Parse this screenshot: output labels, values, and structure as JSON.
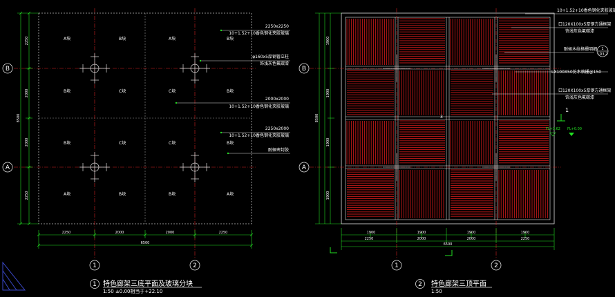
{
  "colors": {
    "background": "#000000",
    "outline_green": "#22e022",
    "axis_red": "#d82020",
    "wood_red": "#c21818",
    "hatch_gray": "#9a9a9a",
    "text_white": "#ffffff",
    "leader_white": "#e0e0e0"
  },
  "axes": {
    "row_B": "B",
    "row_A": "A",
    "col_1": "1",
    "col_2": "2"
  },
  "left_plan": {
    "title_num": "1",
    "title": "特色廊架三底平面及玻璃分块",
    "subtitle": "1:50 ±0.00相当于+22.10",
    "block_labels": [
      "A块",
      "B块",
      "A块",
      "B块",
      "B块",
      "C块",
      "C块",
      "B块",
      "B块",
      "C块",
      "C块",
      "B块",
      "A块",
      "B块",
      "B块",
      "A块"
    ],
    "dims_bottom": [
      "2250",
      "2000",
      "2000",
      "2250"
    ],
    "dim_total": "6500",
    "dims_left": [
      "2250",
      "2000",
      "2000",
      "2250"
    ],
    "dim_left_total": "8500",
    "notes": [
      {
        "size": "2250x2250",
        "spec": "10+1.52+10香色钢化夹胶玻璃"
      },
      {
        "size": "",
        "spec": "φ160x5厚钢管立柱"
      },
      {
        "size": "",
        "spec": "饰浅灰色氟碳漆"
      },
      {
        "size": "2000x2000",
        "spec": "10+1.52+10香色钢化夹胶玻璃"
      },
      {
        "size": "2250x2000",
        "spec": "10+1.52+10香色钢化夹胶玻璃"
      },
      {
        "size": "",
        "spec": "耐候密封胶"
      }
    ]
  },
  "right_plan": {
    "title_num": "2",
    "title": "特色廊架三顶平面",
    "subtitle": "1:50",
    "dims_bottom_1": [
      "1900",
      "1900",
      "1900",
      "1900"
    ],
    "dims_bottom_2": [
      "2250",
      "2000",
      "2000",
      "2250"
    ],
    "dim_total": "6500",
    "dims_left": [
      "1900",
      "1900",
      "1900",
      "1900"
    ],
    "dim_left_total": "8500",
    "center_mark": "3",
    "notes": [
      "10+1.52+10香色钢化夹胶玻璃",
      "口120X100x5厚钢方通框架",
      "饰浅灰色氟碳漆",
      "耐候木纹格栅明细",
      "LX100X50仿木格栅@150",
      "口120X100x5厚钢方通框架",
      "饰浅灰色氟碳漆"
    ],
    "section_mark": "1",
    "level_1": "FL+3.62",
    "level_2": "FL+0.00"
  },
  "detail_callout": {
    "top": "1",
    "bottom": "LD3.2"
  }
}
